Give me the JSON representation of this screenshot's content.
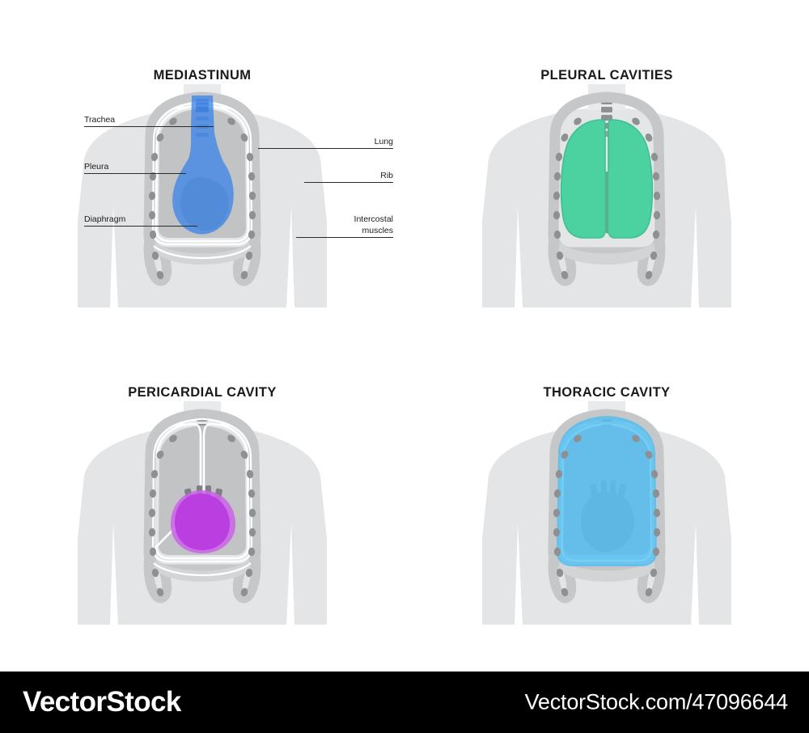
{
  "poster": {
    "background": "#ffffff",
    "subject": "Thoracic cavity divisions medical infographic"
  },
  "panels": [
    {
      "id": "mediastinum",
      "title": "MEDIASTINUM",
      "highlight_color": "#3d85e8",
      "highlight_region": "mediastinum-trachea-heart",
      "has_labels": true
    },
    {
      "id": "pleural-cavities",
      "title": "PLEURAL CAVITIES",
      "highlight_color": "#4bd2a0",
      "highlight_region": "both-lungs",
      "has_labels": false
    },
    {
      "id": "pericardial-cavity",
      "title": "PERICARDIAL CAVITY",
      "highlight_color": "#bb3fe0",
      "highlight_region": "heart-pericardium",
      "has_labels": false
    },
    {
      "id": "thoracic-cavity",
      "title": "THORACIC CAVITY",
      "highlight_color": "#4fbdf0",
      "highlight_region": "entire-thoracic-cavity",
      "has_labels": false
    }
  ],
  "callouts": {
    "left": [
      {
        "key": "trachea",
        "text": "Trachea"
      },
      {
        "key": "pleura",
        "text": "Pleura"
      },
      {
        "key": "diaphragm",
        "text": "Diaphragm"
      }
    ],
    "right": [
      {
        "key": "lung",
        "text": "Lung",
        "lines": [
          "Lung"
        ]
      },
      {
        "key": "rib",
        "text": "Rib",
        "lines": [
          "Rib"
        ]
      },
      {
        "key": "intercostal-muscles",
        "text": "Intercostal muscles",
        "lines": [
          "Intercostal",
          "muscles"
        ]
      }
    ]
  },
  "anatomy_colors": {
    "body_silhouette": "#e4e5e7",
    "ribcage": "#c6c7c9",
    "rib_dot": "#8e9094",
    "lung_gray": "#c2c3c5",
    "pleura_line": "#ffffff",
    "trachea_gray": "#8e9094",
    "heart_gray": "#7d7f84",
    "diaphragm": "#d3d4d6"
  },
  "footer": {
    "logo": "VectorStock",
    "url": "VectorStock.com/47096644",
    "background": "#000000",
    "text_color": "#ffffff"
  }
}
